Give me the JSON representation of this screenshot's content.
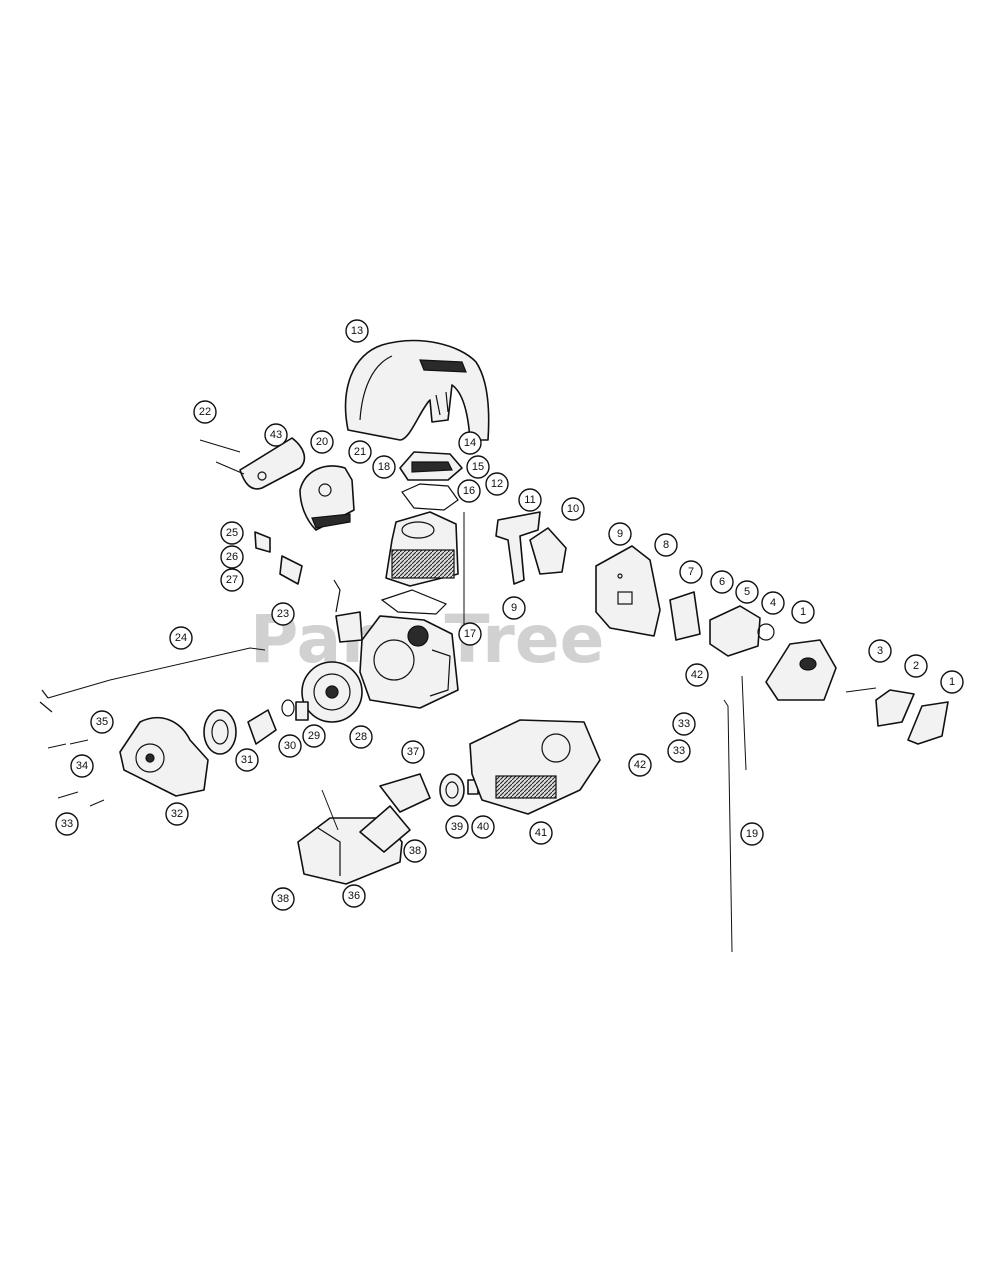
{
  "watermark": "PartsTree",
  "callouts": [
    "1",
    "1",
    "2",
    "3",
    "4",
    "5",
    "6",
    "7",
    "8",
    "9",
    "9",
    "10",
    "11",
    "12",
    "13",
    "14",
    "15",
    "16",
    "17",
    "18",
    "19",
    "20",
    "21",
    "22",
    "23",
    "24",
    "25",
    "26",
    "27",
    "28",
    "29",
    "30",
    "31",
    "32",
    "33",
    "33",
    "33",
    "34",
    "35",
    "36",
    "37",
    "38",
    "38",
    "39",
    "40",
    "41",
    "42",
    "42",
    "43"
  ]
}
